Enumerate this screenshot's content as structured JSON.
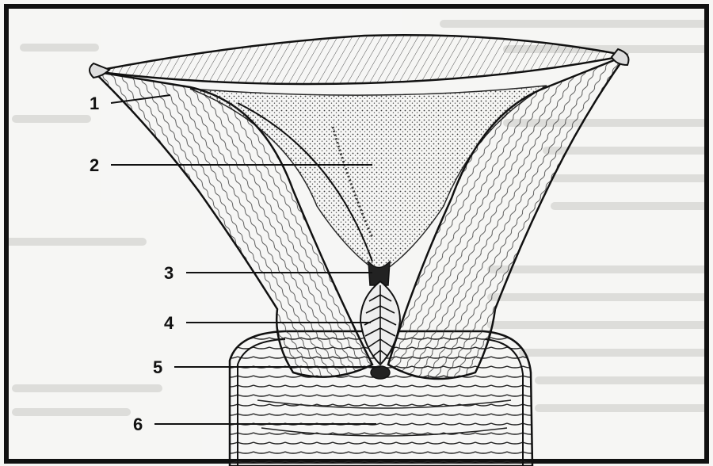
{
  "figure": {
    "labels": [
      {
        "id": "1",
        "text": "1"
      },
      {
        "id": "2",
        "text": "2"
      },
      {
        "id": "3",
        "text": "3"
      },
      {
        "id": "4",
        "text": "4"
      },
      {
        "id": "5",
        "text": "5"
      },
      {
        "id": "6",
        "text": "6"
      }
    ]
  },
  "colors": {
    "ink": "#111111",
    "paper": "#f6f6f4",
    "ghost_text": "#d7d7d4"
  }
}
